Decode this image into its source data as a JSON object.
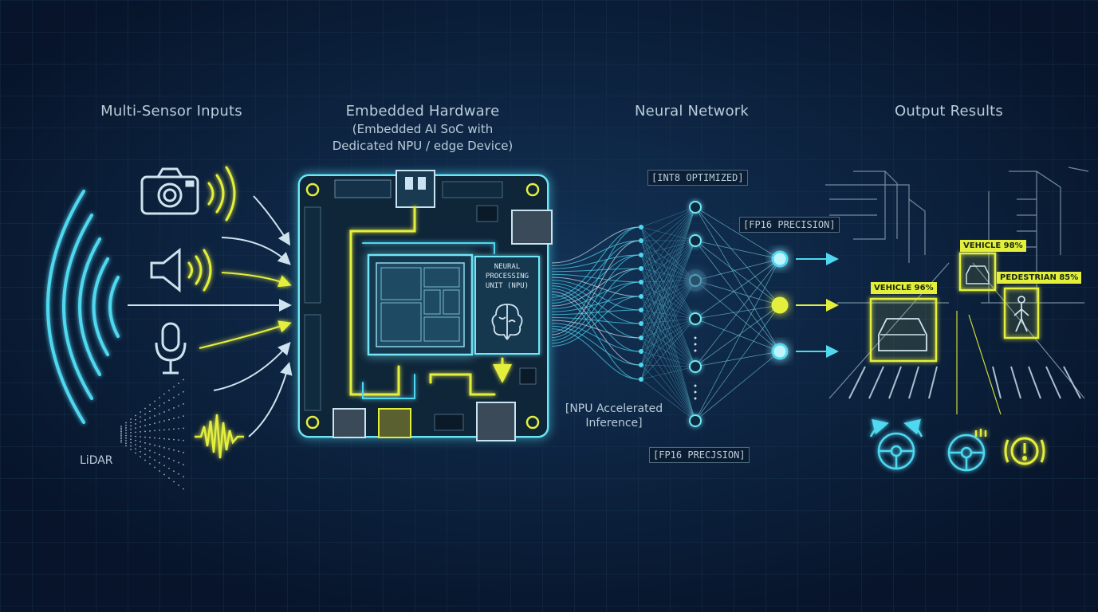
{
  "sections": {
    "sensors": {
      "title": "Multi-Sensor Inputs",
      "lidar_label": "LiDAR"
    },
    "hardware": {
      "title": "Embedded Hardware",
      "subtitle_line1": "(Embedded AI SoC with",
      "subtitle_line2": "Dedicated NPU / edge Device)",
      "npu_line1": "NEURAL",
      "npu_line2": "PROCESSING",
      "npu_line3": "UNIT (NPU)"
    },
    "network": {
      "title": "Neural Network",
      "tag_int8": "[INT8 OPTIMIZED]",
      "tag_fp16_top": "[FP16 PRECISION]",
      "tag_fp16_bottom": "[FP16 PRECJSION]",
      "caption_line1": "[NPU Accelerated",
      "caption_line2": "Inference]"
    },
    "output": {
      "title": "Output Results",
      "detections": [
        "VEHICLE 96%",
        "VEHICLE 98%",
        "PEDESTRIAN 85%"
      ]
    }
  },
  "colors": {
    "background": "#0a1a2e",
    "cyan_glow": "#4fd8f0",
    "yellow_glow": "#e4ef3c",
    "text": "#b9ccd9"
  },
  "icons": [
    "camera-icon",
    "speaker-icon",
    "microphone-icon",
    "lidar-icon",
    "steering-wheel-icon",
    "brake-warning-icon"
  ]
}
